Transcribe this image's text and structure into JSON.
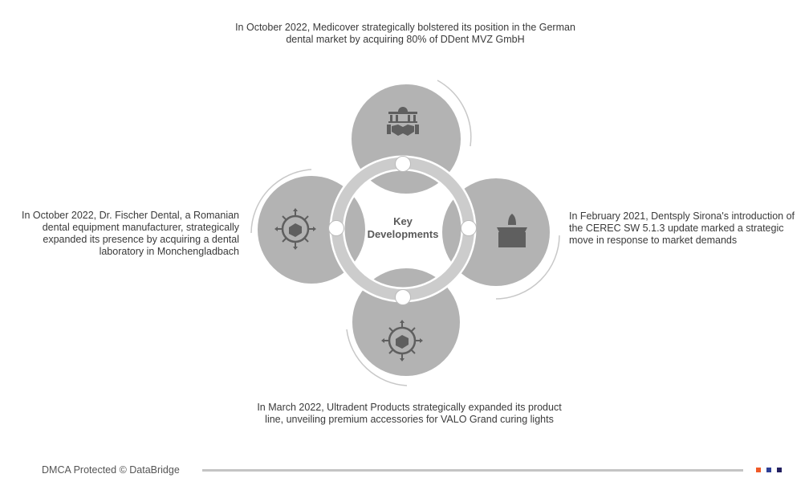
{
  "center_label": [
    "Key",
    "Developments"
  ],
  "developments": {
    "top": "In October 2022, Medicover strategically bolstered its position in the German dental market by acquiring 80% of DDent MVZ GmbH",
    "right": "In February 2021, Dentsply Sirona's introduction of the CEREC SW 5.1.3 update marked a strategic move in response to market demands",
    "bottom": "In March 2022, Ultradent Products strategically expanded its product line, unveiling premium accessories for VALO Grand curing lights",
    "left": "In October 2022, Dr. Fischer Dental, a Romanian dental equipment manufacturer, strategically expanded its presence by acquiring a dental laboratory in Monchengladbach"
  },
  "icons": {
    "top": "acquisition-handshake-icon",
    "right": "product-launch-rocket-icon",
    "bottom": "expansion-box-icon",
    "left": "expansion-box-icon"
  },
  "footer": {
    "text": "DMCA Protected © DataBridge"
  },
  "colors": {
    "circle": "#b3b3b3",
    "ring": "#cccccc",
    "icon": "#5f5f5f",
    "orange": "#f05a28",
    "blue": "#2e3f96",
    "navy": "#232060"
  }
}
